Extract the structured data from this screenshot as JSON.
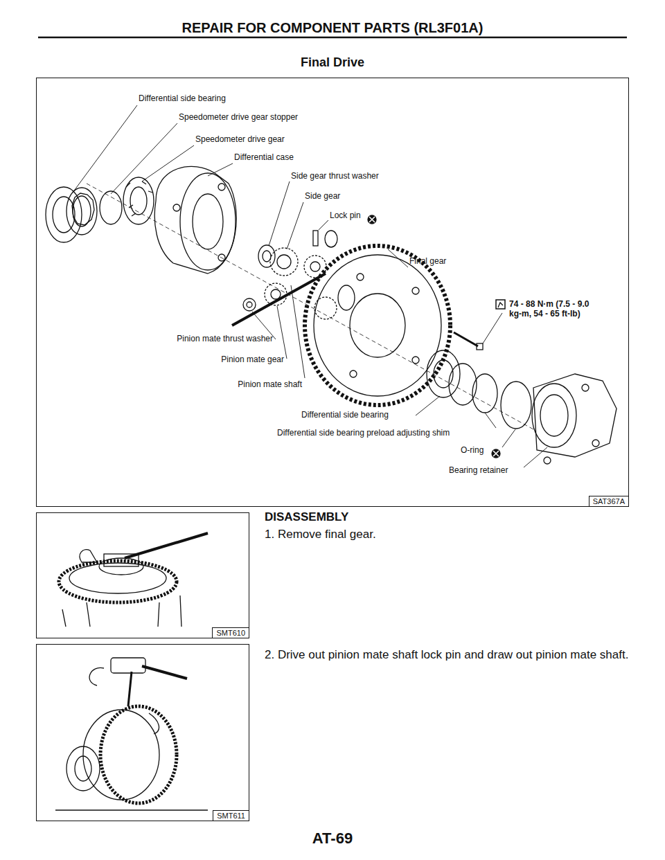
{
  "diagram": {
    "title": "REPAIR FOR COMPONENT PARTS (RL3F01A)",
    "nodes": [
      {
        "text": [
          "SAT367A"
        ]
      },
      {
        "text": [
          "SMT610"
        ]
      },
      {
        "text": [
          "SMT611"
        ]
      }
    ],
    "labels": [
      "Final Drive",
      "Differential side bearing",
      "Speedometer drive gear stopper",
      "Speedometer drive gear",
      "Differential case",
      "Side gear thrust washer",
      "Side gear",
      "Lock pin",
      "Final gear",
      "74 - 88 N·m (7.5 - 9.0 kg-m, 54 - 65 ft-lb)",
      "Pinion mate thrust washer",
      "Pinion mate gear",
      "Pinion mate shaft",
      "Differential side bearing",
      "Differential side bearing preload adjusting shim",
      "O-ring",
      "Bearing retainer",
      "DISASSEMBLY",
      "1. Remove final gear.",
      "2. Drive out pinion mate shaft lock pin and draw out pinion mate shaft.",
      "AT-69"
    ]
  }
}
